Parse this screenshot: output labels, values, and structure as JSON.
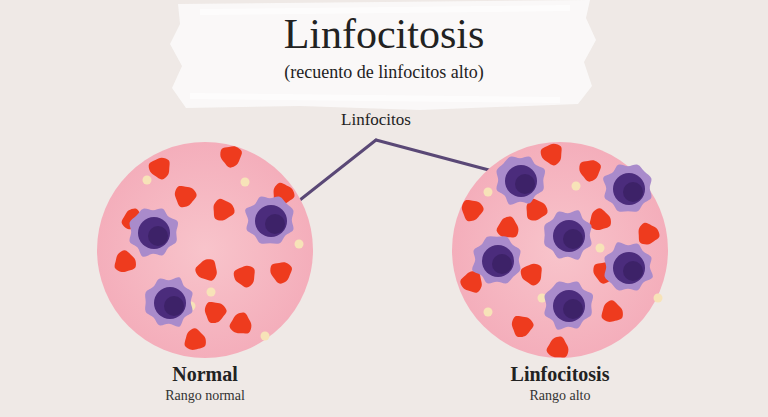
{
  "diagram": {
    "title": "Linfocitosis",
    "nodes": [
      {
        "text": [
          "Normal",
          "Rango normal"
        ]
      },
      {
        "text": [
          "Linfocitosis",
          "Rango alto"
        ]
      }
    ],
    "labels": [
      "(recuento de linfocitos alto)",
      "Linfocitos"
    ]
  }
}
